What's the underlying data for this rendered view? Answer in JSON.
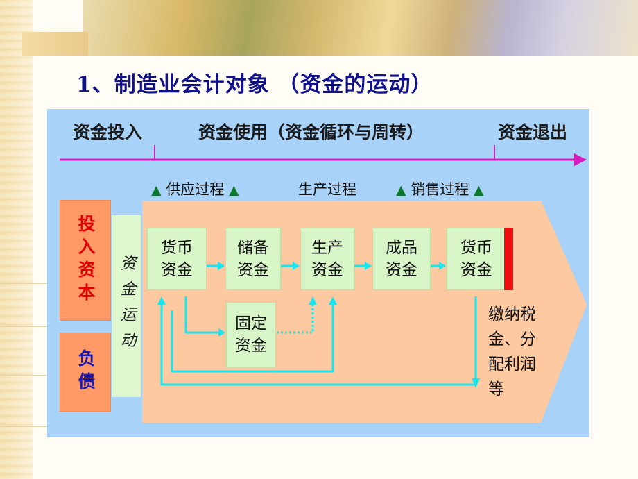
{
  "title": "1、制造业会计对象 （资金的运动）",
  "colors": {
    "diagram_bg": "#a8d2f7",
    "flow_band": "#fcc9a0",
    "node_fill": "#d8f5c8",
    "arrow": "#18e6f0",
    "timeline": "#d81bbf",
    "accent_red": "#ef0d0d",
    "process_marker": "#0a7a2a"
  },
  "stages": {
    "investment": "资金投入",
    "usage": "资金使用（资金循环与周转）",
    "exit": "资金退出"
  },
  "processes": {
    "marker": "▲",
    "supply": "供应过程",
    "production": "生产过程",
    "sales": "销售过程"
  },
  "sources": {
    "capital": "投入资本",
    "liabilities": "负债"
  },
  "motion_label": "资金运动",
  "nodes": {
    "monetary": {
      "line1": "货币",
      "line2": "资金"
    },
    "reserve": {
      "line1": "储备",
      "line2": "资金"
    },
    "production": {
      "line1": "生产",
      "line2": "资金"
    },
    "finished": {
      "line1": "成品",
      "line2": "资金"
    },
    "monetary_end": {
      "line1": "货币",
      "line2": "资金"
    },
    "fixed": {
      "line1": "固定",
      "line2": "资金"
    }
  },
  "exit_note": [
    "缴纳税",
    "金、分",
    "配利润",
    "等"
  ]
}
